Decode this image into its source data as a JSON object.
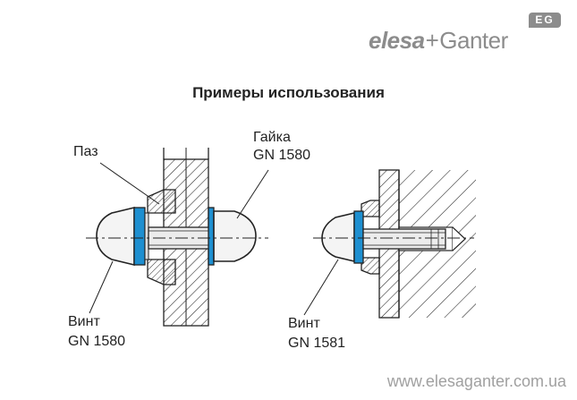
{
  "brand": {
    "logo_part1": "elesa",
    "logo_plus": "+",
    "logo_part2": "Ganter",
    "logo_badge": "EG"
  },
  "title": "Примеры использования",
  "labels": {
    "groove": "Паз",
    "nut_name": "Гайка",
    "nut_code": "GN 1580",
    "screw_left_name": "Винт",
    "screw_left_code": "GN 1580",
    "screw_right_name": "Винт",
    "screw_right_code": "GN 1581"
  },
  "footer_url": "www.elesaganter.com.ua",
  "colors": {
    "accent_blue": "#1e8fd0",
    "line": "#222222",
    "text_gray": "#8c8c8c",
    "metal": "#e0e0e0"
  }
}
